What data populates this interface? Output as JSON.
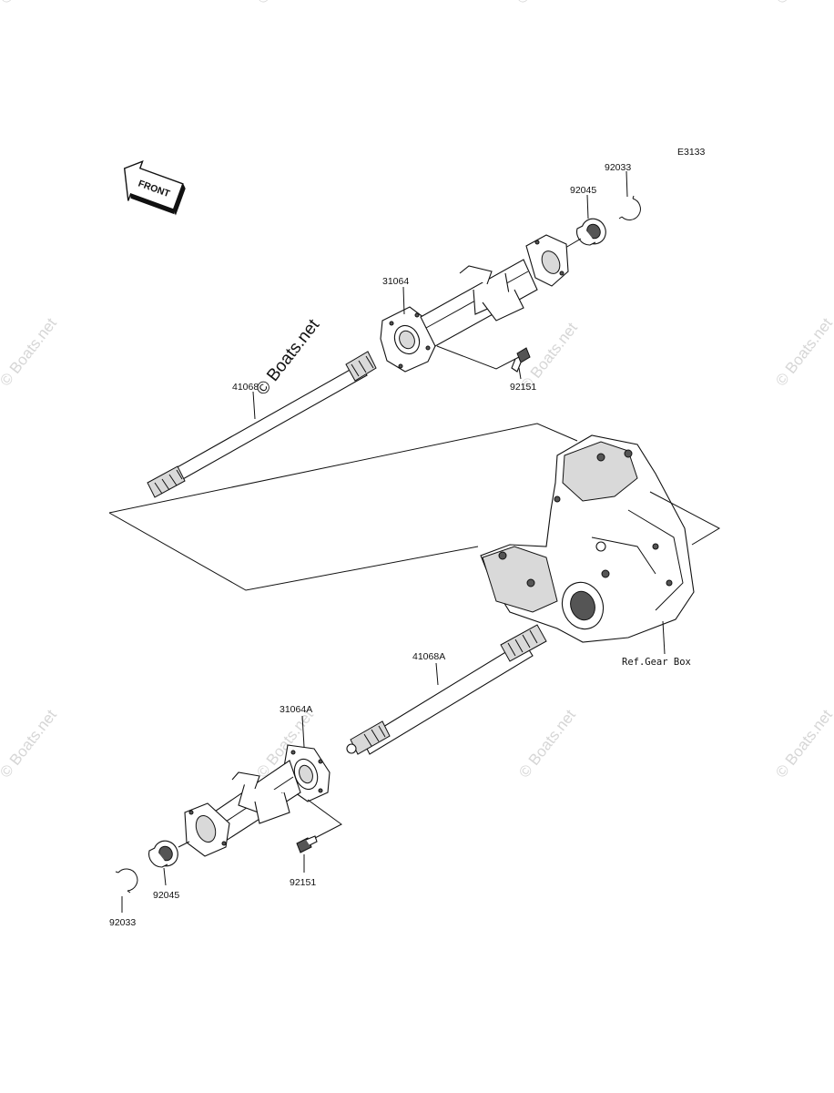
{
  "diagram": {
    "code": "E3133",
    "front_label": "FRONT",
    "watermark": "© Boats.net",
    "parts": {
      "retaining_ring_upper": "92033",
      "oil_seal_upper": "92045",
      "housing_upper": "31064",
      "bolt_upper": "92151",
      "axle_upper": "41068",
      "gear_box_ref": "Ref.Gear Box",
      "axle_lower": "41068A",
      "housing_lower": "31064A",
      "bolt_lower": "92151",
      "oil_seal_lower": "92045",
      "retaining_ring_lower": "92033"
    }
  },
  "colors": {
    "line": "#111111",
    "watermark": "#d6d6d6",
    "shade": "#d9d9d9"
  }
}
